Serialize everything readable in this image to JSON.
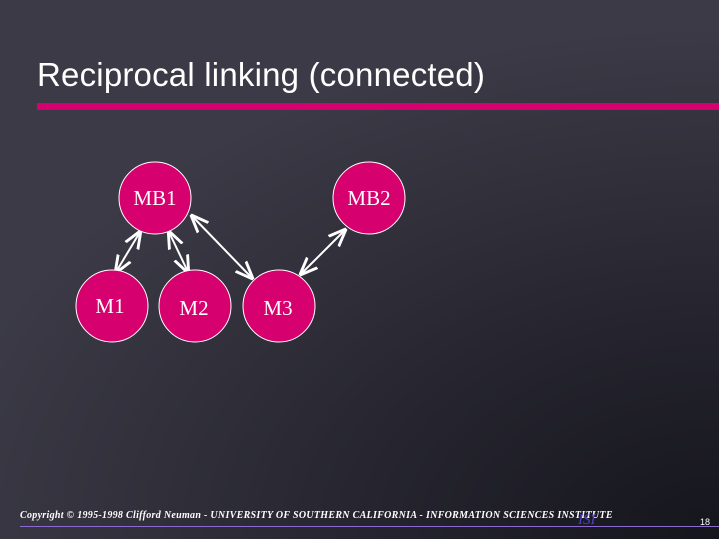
{
  "slide": {
    "title": "Reciprocal linking (connected)",
    "accent_color": "#d6006e",
    "node_color": "#d6006e",
    "edge_color": "#ffffff",
    "background_color": "#2d2c36"
  },
  "diagram": {
    "nodes": [
      {
        "id": "MB1",
        "label": "MB1"
      },
      {
        "id": "MB2",
        "label": "MB2"
      },
      {
        "id": "M1",
        "label": "M1"
      },
      {
        "id": "M2",
        "label": "M2"
      },
      {
        "id": "M3",
        "label": "M3"
      }
    ],
    "edges": [
      {
        "from": "MB1",
        "to": "M1",
        "bidirectional": true
      },
      {
        "from": "MB1",
        "to": "M2",
        "bidirectional": true
      },
      {
        "from": "MB1",
        "to": "M3",
        "bidirectional": true
      },
      {
        "from": "MB2",
        "to": "M3",
        "bidirectional": true
      }
    ]
  },
  "footer": {
    "copyright": "Copyright © 1995-1998 Clifford Neuman - UNIVERSITY OF SOUTHERN CALIFORNIA - INFORMATION SCIENCES INSTITUTE",
    "logo": "ISI",
    "page_number": "18"
  }
}
